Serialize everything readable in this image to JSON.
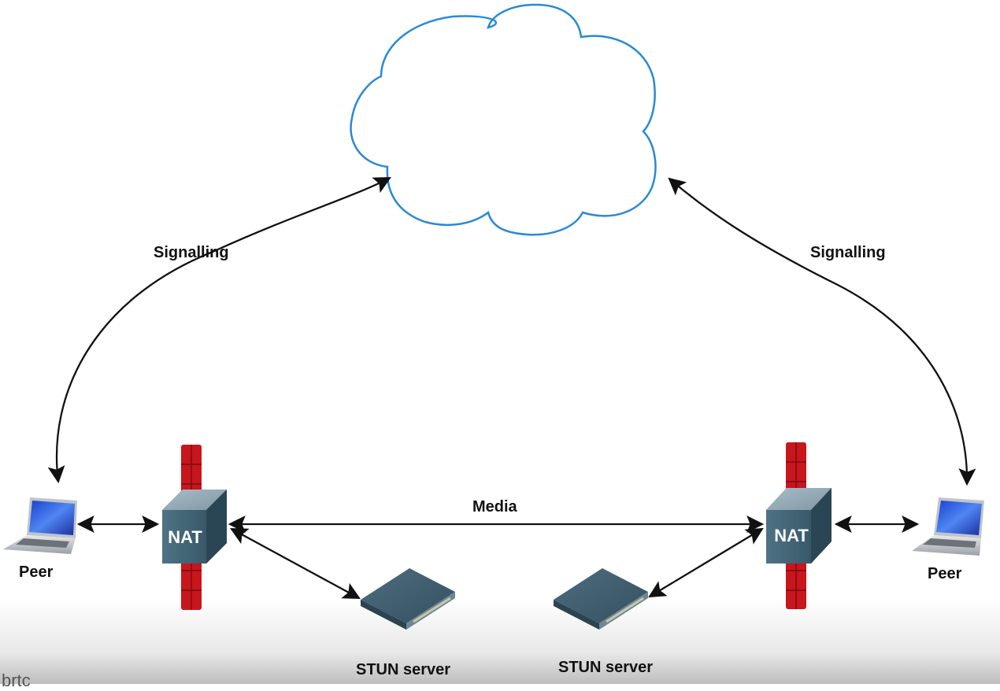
{
  "diagram": {
    "title": "WebRTC signalling and media through NAT with STUN servers",
    "labels": {
      "signalling_left": "Signalling",
      "signalling_right": "Signalling",
      "media": "Media",
      "peer_left": "Peer",
      "peer_right": "Peer",
      "nat_left": "NAT",
      "nat_right": "NAT",
      "stun_left": "STUN server",
      "stun_right": "STUN server"
    },
    "footer_text": "brtc",
    "colors": {
      "cloud_stroke": "#2a8ad4",
      "firewall": "#c8161d",
      "nat_body": "#3d6173",
      "arrow": "#111111",
      "laptop_screen": "#2b56d6"
    },
    "nodes": [
      "Signalling cloud",
      "Peer (left)",
      "NAT (left)",
      "STUN server (left)",
      "STUN server (right)",
      "NAT (right)",
      "Peer (right)"
    ],
    "edges": [
      {
        "from": "Peer (left)",
        "to": "Signalling cloud",
        "label": "Signalling",
        "bidirectional": true
      },
      {
        "from": "Peer (right)",
        "to": "Signalling cloud",
        "label": "Signalling",
        "bidirectional": true
      },
      {
        "from": "Peer (left)",
        "to": "NAT (left)",
        "bidirectional": true
      },
      {
        "from": "NAT (left)",
        "to": "NAT (right)",
        "label": "Media",
        "bidirectional": true
      },
      {
        "from": "NAT (right)",
        "to": "Peer (right)",
        "bidirectional": true
      },
      {
        "from": "NAT (left)",
        "to": "STUN server (left)",
        "bidirectional": true
      },
      {
        "from": "NAT (right)",
        "to": "STUN server (right)",
        "bidirectional": true
      }
    ]
  }
}
